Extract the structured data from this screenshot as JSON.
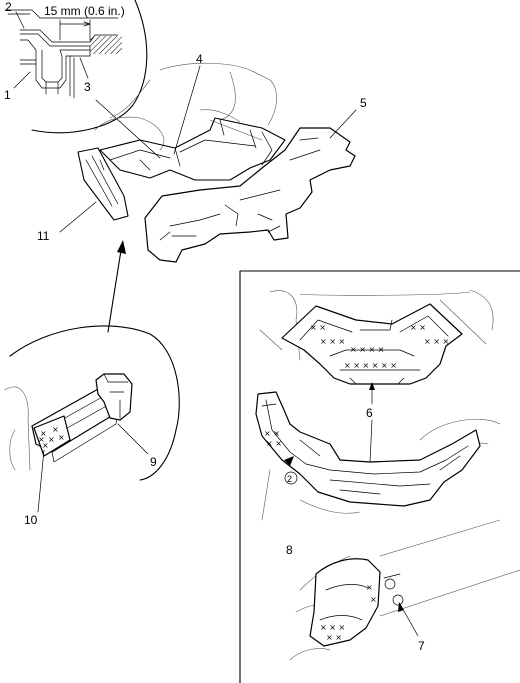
{
  "measurement": "15 mm (0.6 in.)",
  "callouts": {
    "c1": "1",
    "c2": "2",
    "c3": "3",
    "c4": "4",
    "c5": "5",
    "c6": "6",
    "c7": "7",
    "c8": "8",
    "c9": "9",
    "c10": "10",
    "c11": "11"
  },
  "circled_marker": "2"
}
